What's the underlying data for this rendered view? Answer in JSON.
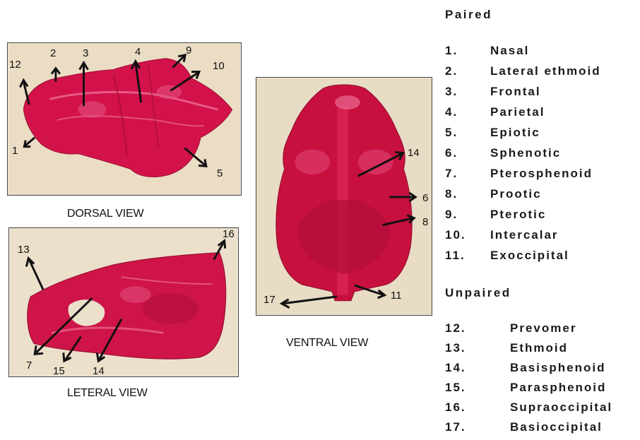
{
  "views": {
    "dorsal": {
      "caption": "DORSAL VIEW",
      "labels": [
        "12",
        "2",
        "3",
        "4",
        "9",
        "10",
        "1",
        "5"
      ]
    },
    "lateral": {
      "caption": "LETERAL VIEW",
      "labels": [
        "13",
        "16",
        "7",
        "15",
        "14"
      ]
    },
    "ventral": {
      "caption": "VENTRAL VIEW",
      "labels": [
        "14",
        "6",
        "8",
        "17",
        "11"
      ]
    }
  },
  "legend": {
    "paired_title": "Paired",
    "paired": [
      {
        "num": "1.",
        "name": "Nasal"
      },
      {
        "num": "2.",
        "name": "Lateral ethmoid"
      },
      {
        "num": "3.",
        "name": "Frontal"
      },
      {
        "num": "4.",
        "name": "Parietal"
      },
      {
        "num": "5.",
        "name": "Epiotic"
      },
      {
        "num": "6.",
        "name": "Sphenotic"
      },
      {
        "num": "7.",
        "name": "Pterosphenoid"
      },
      {
        "num": "8.",
        "name": "Prootic"
      },
      {
        "num": "9.",
        "name": "Pterotic"
      },
      {
        "num": "10.",
        "name": "Intercalar"
      },
      {
        "num": "11.",
        "name": "Exoccipital"
      }
    ],
    "unpaired_title": "Unpaired",
    "unpaired": [
      {
        "num": "12.",
        "name": "Prevomer"
      },
      {
        "num": "13.",
        "name": "Ethmoid"
      },
      {
        "num": "14.",
        "name": "Basisphenoid"
      },
      {
        "num": "15.",
        "name": "Parasphenoid"
      },
      {
        "num": "16.",
        "name": "Supraoccipital"
      },
      {
        "num": "17.",
        "name": "Basioccipital"
      }
    ]
  },
  "colors": {
    "stain": "#d4104a",
    "stain_dark": "#8e0b2c",
    "photo_bg": "#ecdcc2"
  }
}
